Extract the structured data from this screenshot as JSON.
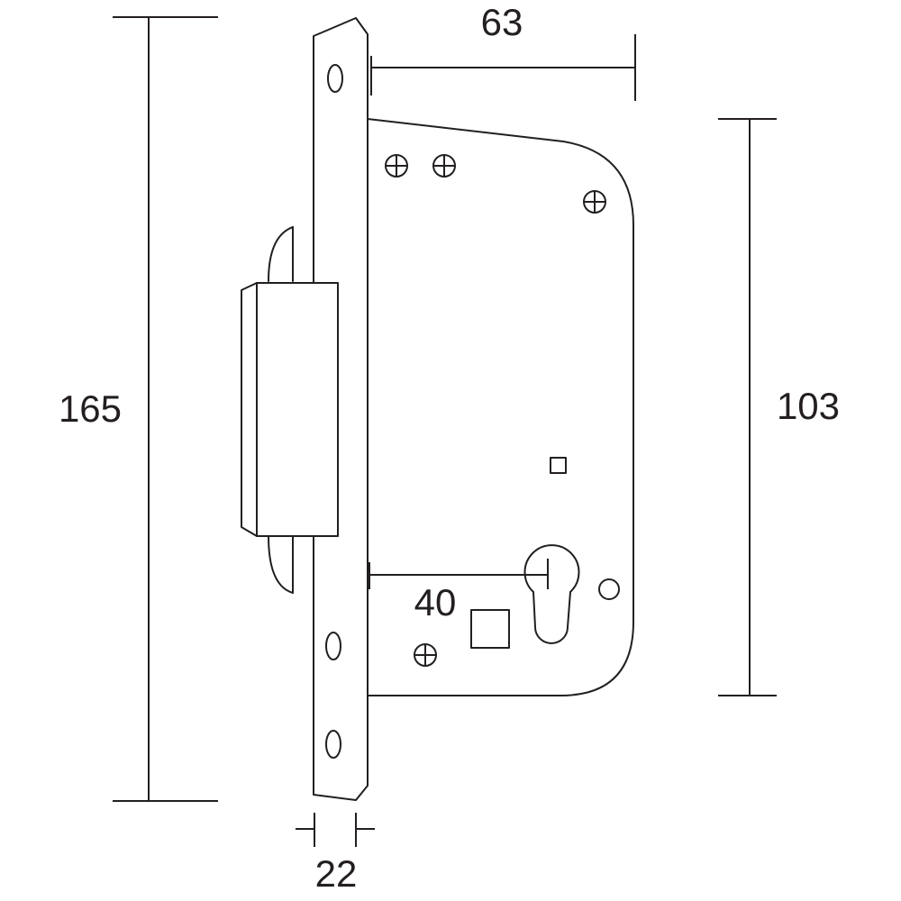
{
  "dimensions": {
    "overall_height": "165",
    "backset": "63",
    "case_height": "103",
    "faceplate_width": "22",
    "centre_distance": "40"
  },
  "colors": {
    "line": "#231f20",
    "background": "#ffffff"
  }
}
